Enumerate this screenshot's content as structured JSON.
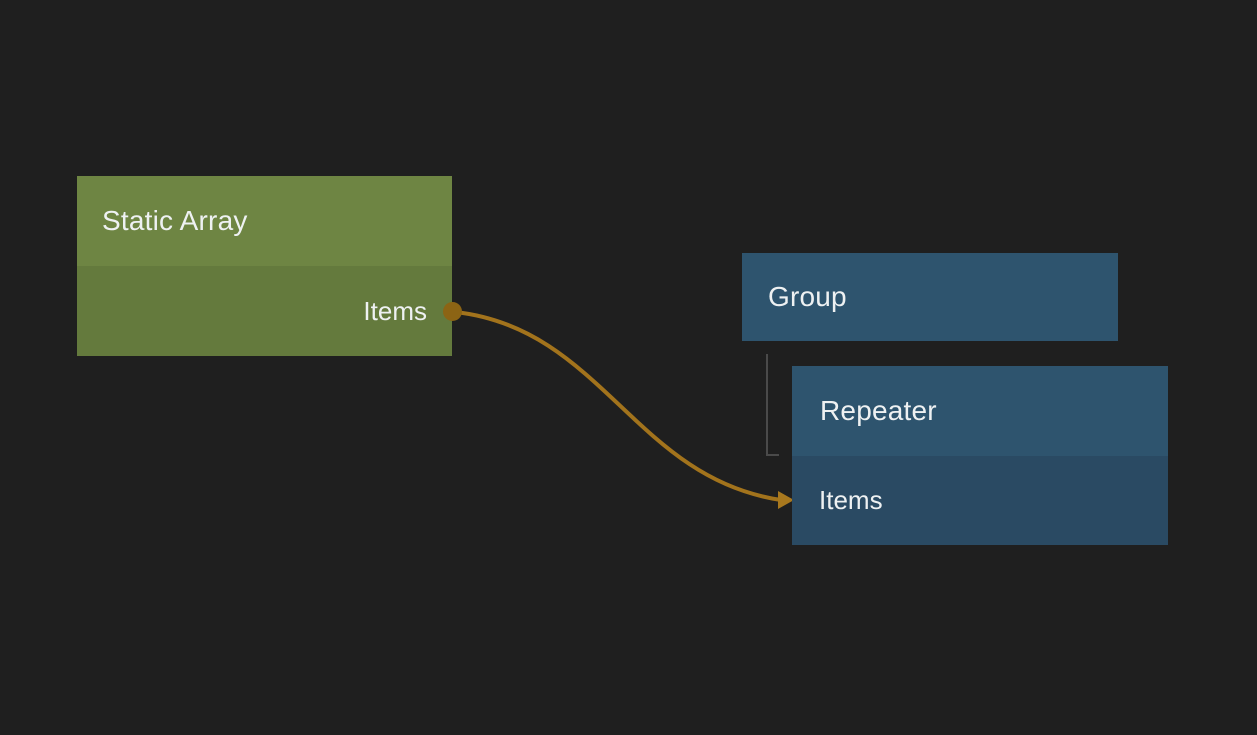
{
  "editor": {
    "background_color": "#1f1f1f",
    "text_color": "#eef1f2"
  },
  "nodes": [
    {
      "id": "static-array",
      "title": "Static Array",
      "header_color": "#6e8543",
      "body_color": "#647a3d",
      "ports": [
        {
          "label": "Items",
          "direction": "output"
        }
      ]
    },
    {
      "id": "group",
      "title": "Group",
      "header_color": "#2e546e",
      "ports": []
    },
    {
      "id": "repeater",
      "title": "Repeater",
      "header_color": "#2e546e",
      "body_color": "#2a4a63",
      "ports": [
        {
          "label": "Items",
          "direction": "input"
        }
      ]
    }
  ],
  "connections": [
    {
      "from": "Static Array / Items",
      "to": "Repeater / Items",
      "kind": "data-wire",
      "wire_color": "#a2731c",
      "port_dot_color": "#8c6414",
      "arrow_color": "#a8781e"
    },
    {
      "from": "Group",
      "to": "Repeater",
      "kind": "parent-child",
      "line_color": "#4a4a4a"
    }
  ]
}
